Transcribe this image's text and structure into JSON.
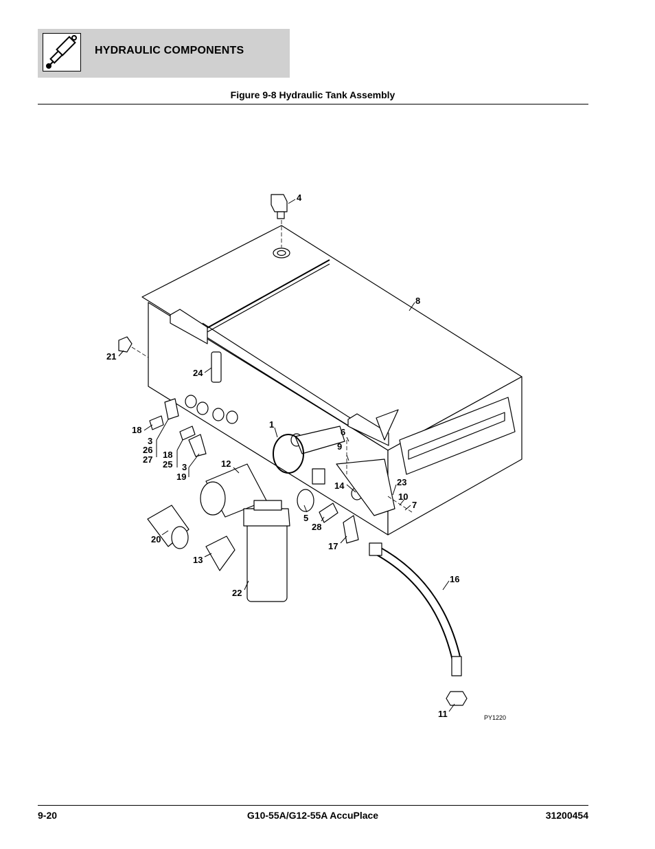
{
  "header": {
    "section_title": "HYDRAULIC COMPONENTS",
    "icon": "hydraulic-cylinder-icon"
  },
  "figure": {
    "title": "Figure 9-8 Hydraulic Tank Assembly",
    "drawing_code": "PY1220",
    "callouts": {
      "c1": "1",
      "c3a": "3",
      "c3b": "3",
      "c4": "4",
      "c5": "5",
      "c6": "6",
      "c7": "7",
      "c8": "8",
      "c9": "9",
      "c10": "10",
      "c11": "11",
      "c12": "12",
      "c13": "13",
      "c14": "14",
      "c16": "16",
      "c17": "17",
      "c18a": "18",
      "c18b": "18",
      "c19": "19",
      "c20": "20",
      "c21": "21",
      "c22": "22",
      "c23": "23",
      "c24": "24",
      "c25": "25",
      "c26": "26",
      "c27": "27",
      "c28": "28"
    }
  },
  "footer": {
    "page_number": "9-20",
    "model": "G10-55A/G12-55A AccuPlace",
    "doc_number": "31200454"
  }
}
